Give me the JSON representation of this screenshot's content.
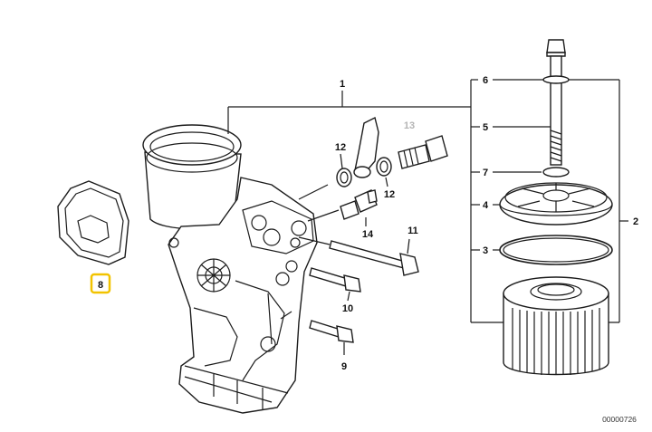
{
  "callouts": {
    "c1": "1",
    "c2": "2",
    "c3": "3",
    "c4": "4",
    "c5": "5",
    "c6": "6",
    "c7": "7",
    "c8": "8",
    "c9": "9",
    "c10": "10",
    "c11": "11",
    "c12a": "12",
    "c12b": "12",
    "c13": "13",
    "c14": "14"
  },
  "highlight_color": "#f2c300",
  "ref_number": "00000726"
}
